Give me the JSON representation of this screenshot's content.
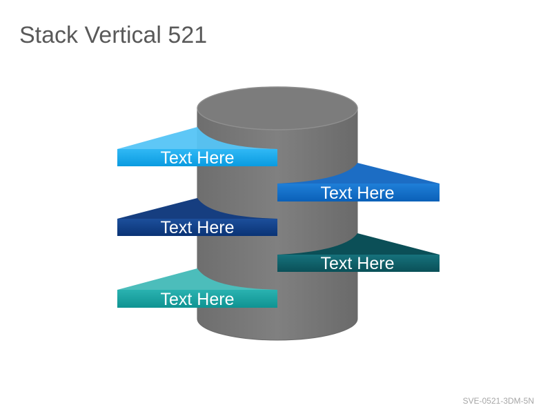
{
  "slide": {
    "title": "Stack Vertical 521",
    "footer_code": "SVE-0521-3DM-5N"
  },
  "diagram": {
    "cylinder_color": "#7f7f7f",
    "banners": [
      {
        "text": "Text Here",
        "side": "left",
        "color": "#0ea5ef"
      },
      {
        "text": "Text Here",
        "side": "right",
        "color": "#0a6cc6"
      },
      {
        "text": "Text Here",
        "side": "left",
        "color": "#0d3c86"
      },
      {
        "text": "Text Here",
        "side": "right",
        "color": "#0b5e67"
      },
      {
        "text": "Text Here",
        "side": "left",
        "color": "#129f9e"
      }
    ]
  }
}
